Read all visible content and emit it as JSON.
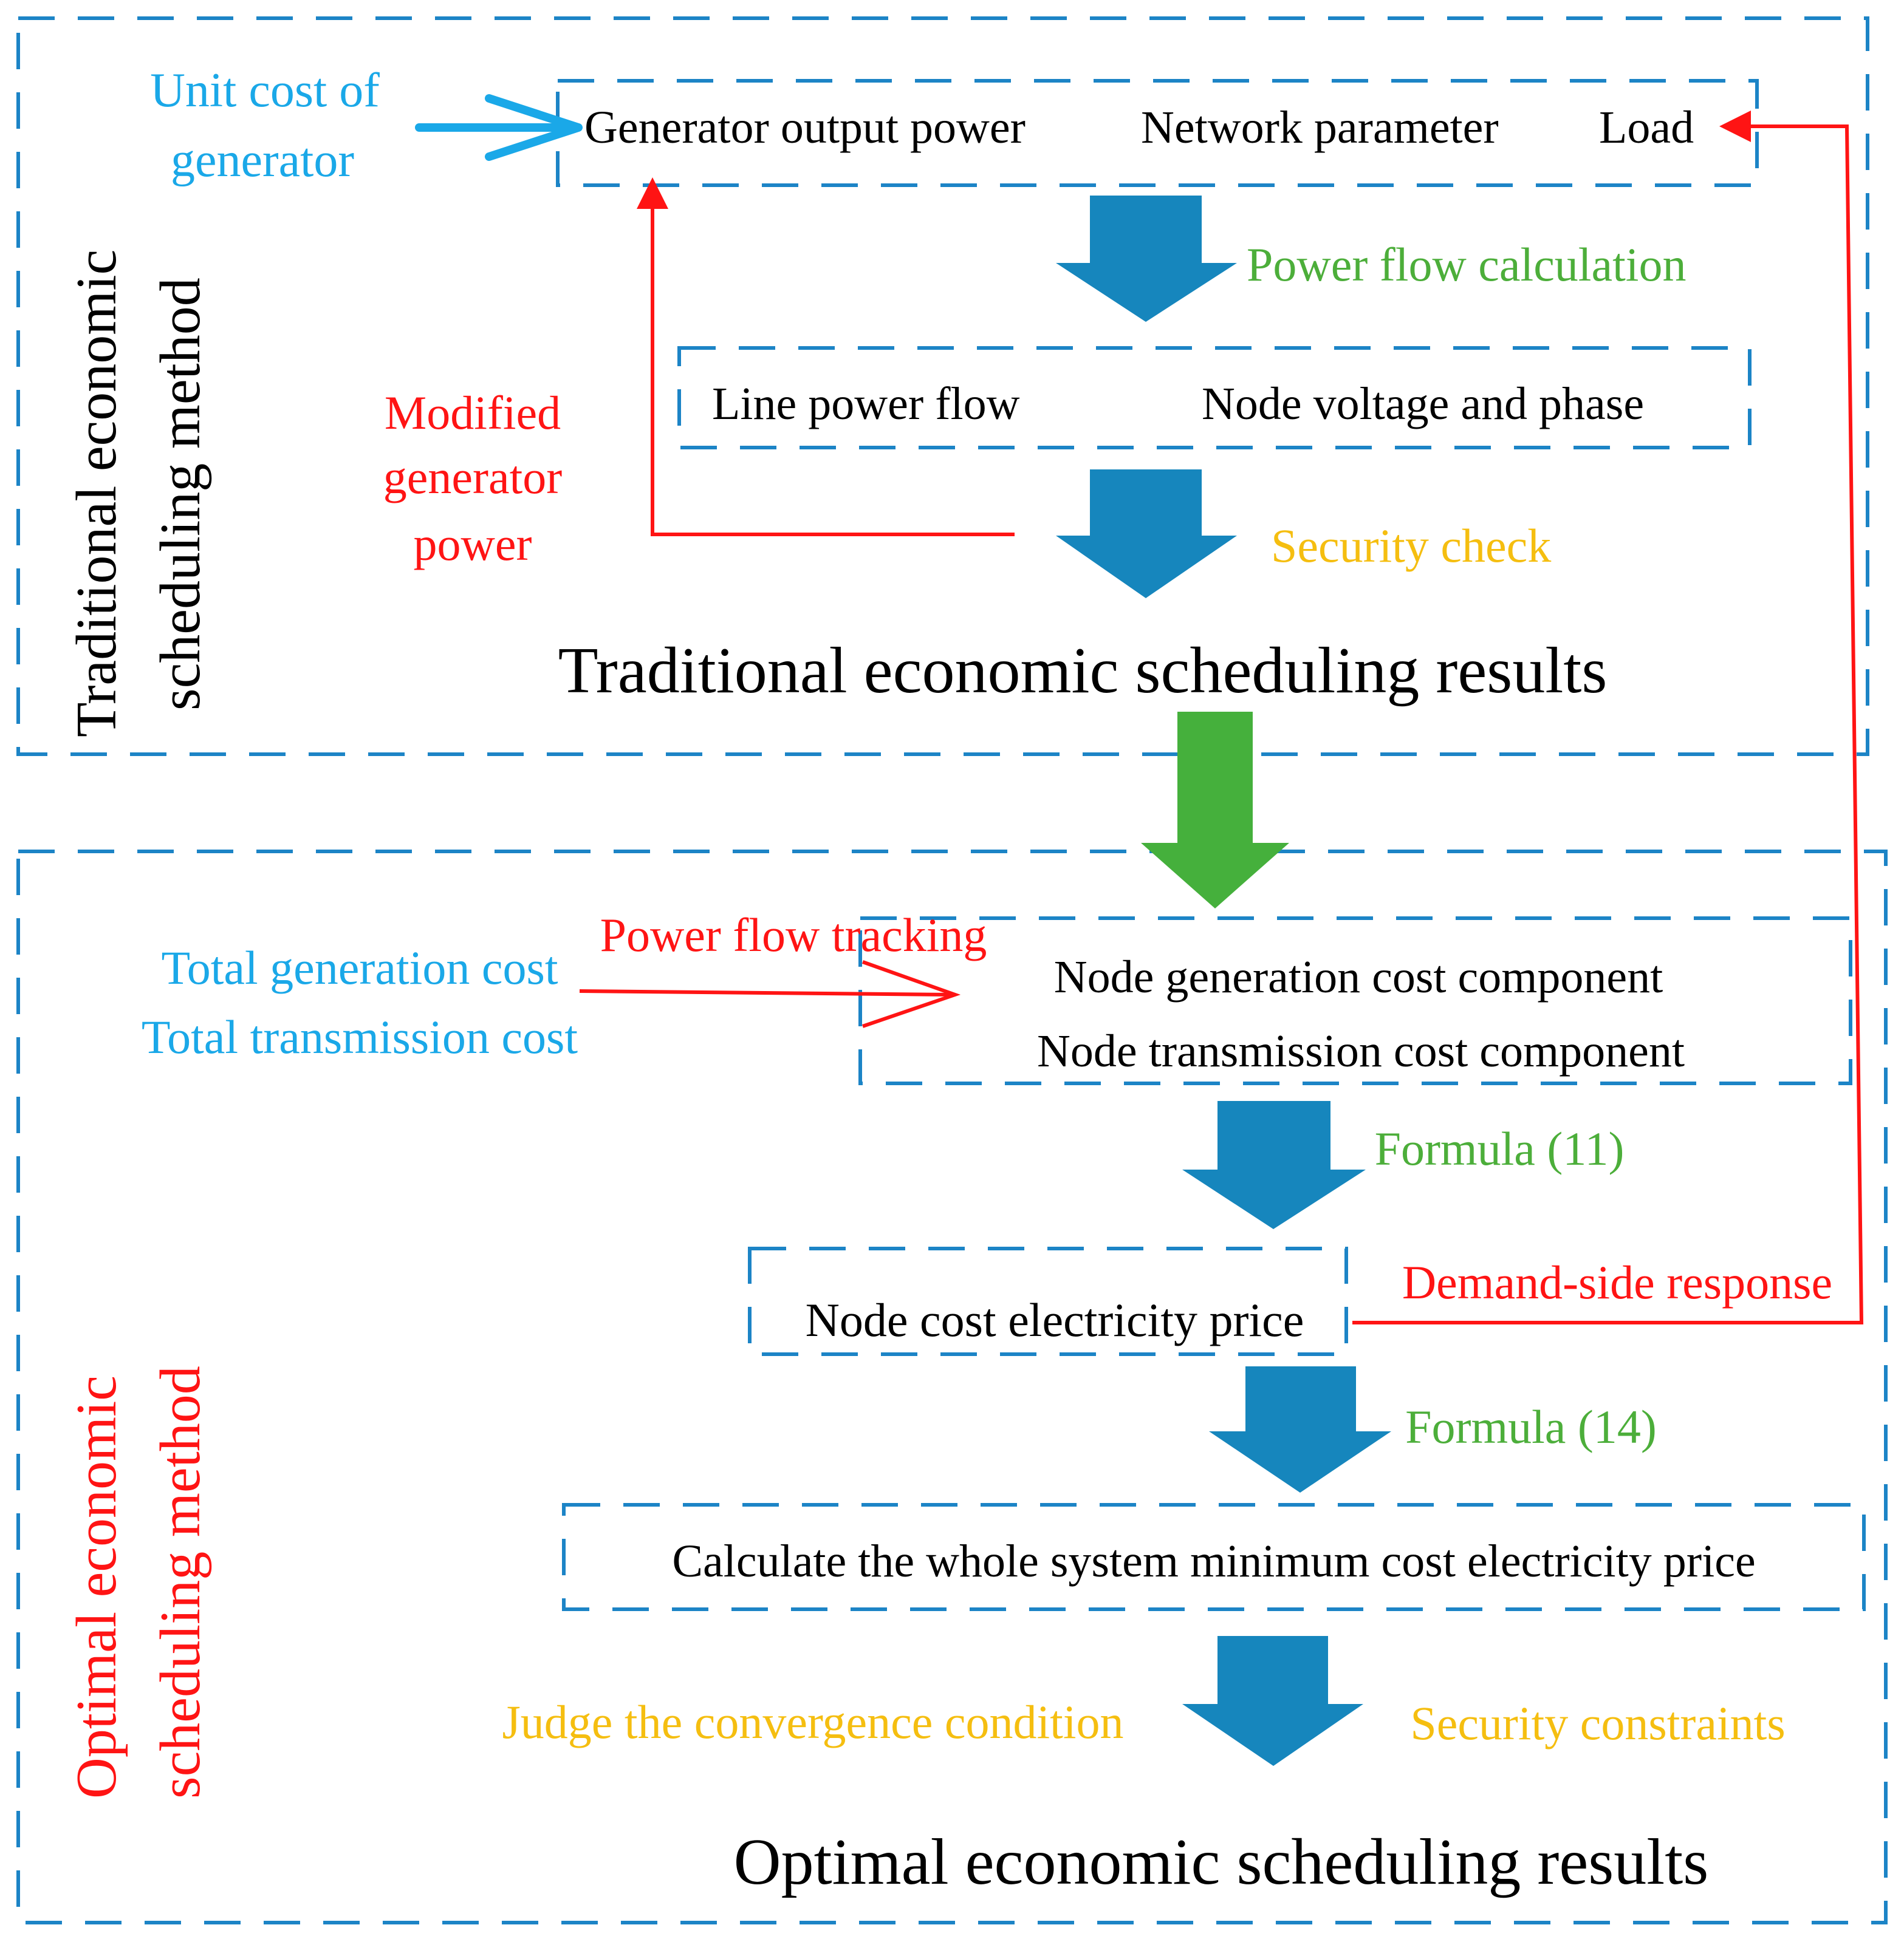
{
  "colors": {
    "frame": "#1c84c6",
    "block_arrow": "#1686bd",
    "green_arrow": "#45b03c",
    "cyan": "#1aa8e8",
    "green": "#4cae3a",
    "red": "#ff1414",
    "orange": "#f5be10",
    "black": "#000000"
  },
  "traditional": {
    "side_label_line1": "Traditional economic",
    "side_label_line2": "scheduling method",
    "unit_cost_line1": "Unit cost of",
    "unit_cost_line2": "generator",
    "input_box": {
      "generator_output": "Generator output power",
      "network_parameter": "Network parameter",
      "load": "Load"
    },
    "power_flow_calc": "Power flow calculation",
    "flow_box": {
      "line_power_flow": "Line power flow",
      "node_voltage": "Node voltage and phase"
    },
    "modified_line1": "Modified",
    "modified_line2": "generator",
    "modified_line3": "power",
    "security_check": "Security check",
    "results": "Traditional economic scheduling results"
  },
  "optimal": {
    "side_label_line1": "Optimal economic",
    "side_label_line2": "scheduling method",
    "total_generation_cost": "Total generation cost",
    "total_transmission_cost": "Total transmission cost",
    "power_flow_tracking": "Power flow tracking",
    "component_box": {
      "generation_component": "Node generation cost component",
      "transmission_component": "Node transmission cost component"
    },
    "formula_11": "Formula (11)",
    "node_cost_price": "Node cost electricity price",
    "demand_side_response": "Demand-side response",
    "formula_14": "Formula (14)",
    "whole_system_price": "Calculate the whole system minimum cost electricity price",
    "judge_convergence": "Judge the convergence condition",
    "security_constraints": "Security constraints",
    "results": "Optimal economic scheduling results"
  }
}
